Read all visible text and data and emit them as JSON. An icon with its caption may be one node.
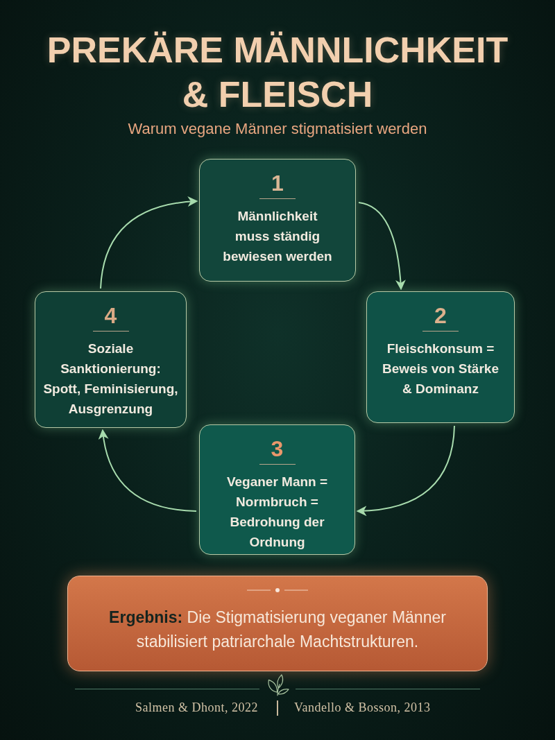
{
  "diagram": {
    "title": "PREKÄRE MÄNNLICHKEIT & FLEISCH",
    "nodes": [
      {
        "text": [
          "1",
          "Männlichkeit muss ständig bewiesen werden"
        ]
      },
      {
        "text": [
          "2",
          "Fleischkonsum = Beweis von Stärke & Dominanz"
        ]
      },
      {
        "text": [
          "3",
          "Veganer Mann = Normbruch = Bedrohung der Ordnung"
        ]
      },
      {
        "text": [
          "4",
          "Soziale Sanktionierung: Spott, Feminisierung, Ausgrenzung"
        ]
      },
      {
        "text": [
          "**Ergebnis:** Die Stigmatisierung veganer Männer stabilisiert patriarchale Machtstrukturen."
        ]
      }
    ],
    "edges": [
      {
        "from": 0,
        "to": 1,
        "arrow": "to"
      },
      {
        "from": 1,
        "to": 2,
        "arrow": "to"
      },
      {
        "from": 2,
        "to": 3,
        "arrow": "to"
      },
      {
        "from": 3,
        "to": 0,
        "arrow": "to"
      }
    ],
    "labels": [
      "Warum vegane Männer stigmatisiert werden",
      "Salmen & Dhont, 2022",
      "Vandello & Bosson, 2013"
    ]
  }
}
